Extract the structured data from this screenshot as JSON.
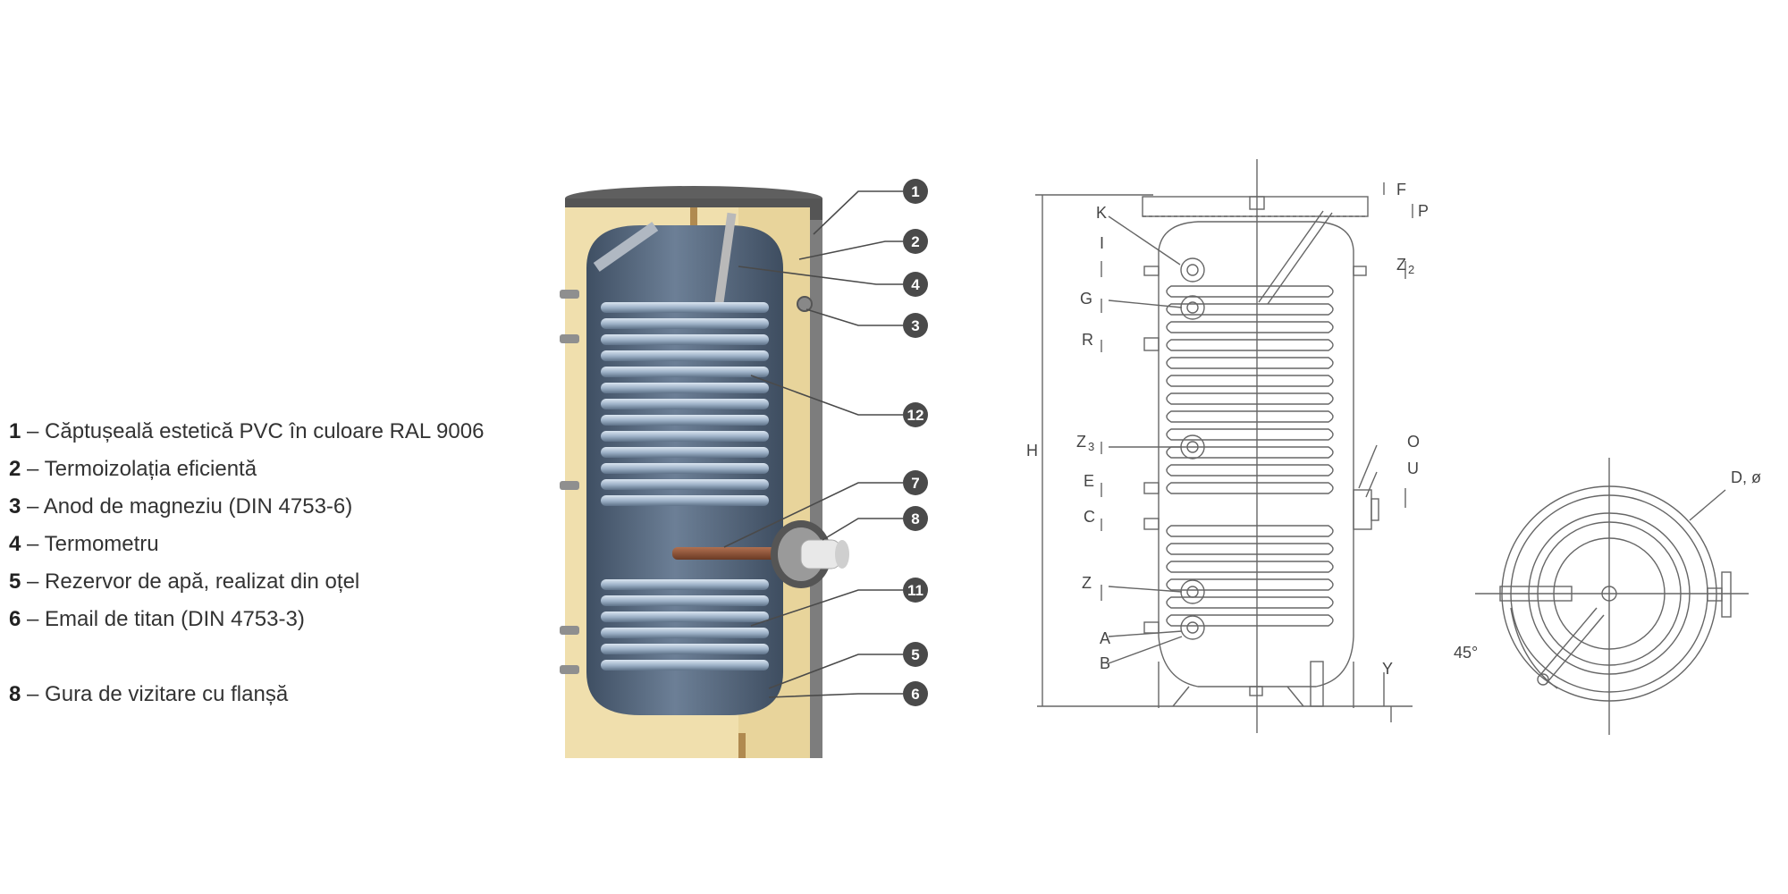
{
  "legend": {
    "items": [
      {
        "num": "1",
        "text": "Căptușeală estetică PVC în culoare RAL 9006"
      },
      {
        "num": "2",
        "text": "Termoizolația eficientă"
      },
      {
        "num": "3",
        "text": "Anod de magneziu (DIN 4753-6)"
      },
      {
        "num": "4",
        "text": "Termometru"
      },
      {
        "num": "5",
        "text": "Rezervor de apă, realizat din oțel"
      },
      {
        "num": "6",
        "text": "Email de titan (DIN 4753-3)"
      }
    ],
    "item8": {
      "num": "8",
      "text": "Gura de vizitare cu flanșă"
    },
    "separator": " – "
  },
  "callouts": [
    "1",
    "2",
    "4",
    "3",
    "12",
    "7",
    "8",
    "11",
    "5",
    "6"
  ],
  "drawing": {
    "labels": {
      "F": "F",
      "P": "P",
      "K": "K",
      "I": "I",
      "Z2": "Z",
      "Z2_sub": "2",
      "G": "G",
      "R": "R",
      "H": "H",
      "Z3": "Z",
      "Z3_sub": "3",
      "O": "O",
      "U": "U",
      "E": "E",
      "C": "C",
      "Z": "Z",
      "A": "A",
      "B": "B",
      "Y": "Y"
    },
    "topview": {
      "diameter": "D, ø",
      "angle": "45°"
    }
  },
  "colors": {
    "insulation": "#f0dfad",
    "tank": "#5c6f86",
    "coil": "#a9bdd3",
    "casing": "#a8a8a8",
    "callout": "#4a4a4a",
    "line": "#666666"
  }
}
